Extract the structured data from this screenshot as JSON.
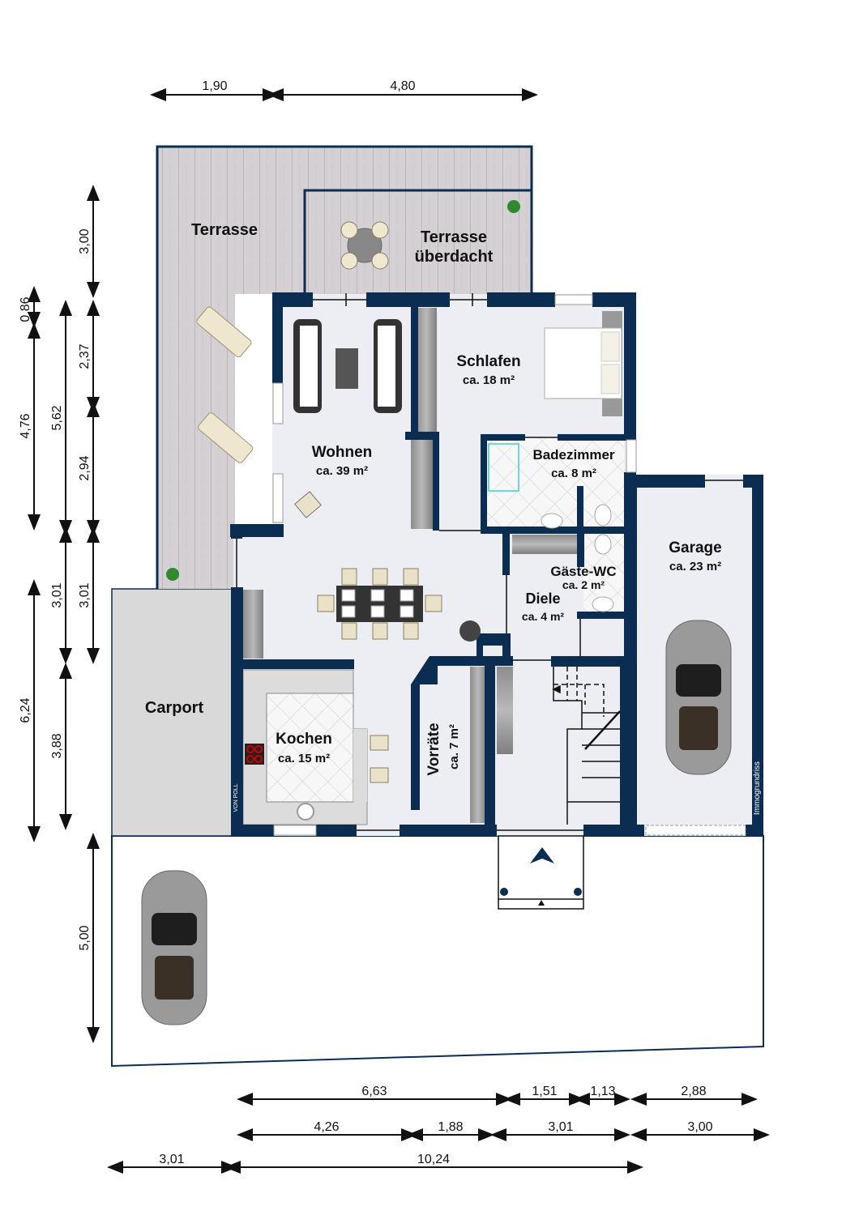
{
  "colors": {
    "wall": "#0b2d52",
    "floor": "#eceef3",
    "deck": "#d3cfd2",
    "deck_line": "#a8a3a7",
    "carport": "#d9d9d9",
    "tile": "#f6f6f6",
    "furniture_dark": "#6b6b6b",
    "chair": "#e9e1c8"
  },
  "rooms": {
    "terrasse": {
      "name": "Terrasse"
    },
    "terrasse_ueberdacht": {
      "name_line1": "Terrasse",
      "name_line2": "überdacht"
    },
    "wohnen": {
      "name": "Wohnen",
      "area": "ca. 39 m²"
    },
    "schlafen": {
      "name": "Schlafen",
      "area": "ca. 18 m²"
    },
    "badezimmer": {
      "name": "Badezimmer",
      "area": "ca. 8 m²"
    },
    "gaeste_wc": {
      "name": "Gäste-WC",
      "area": "ca. 2 m²"
    },
    "diele": {
      "name": "Diele",
      "area": "ca. 4 m²"
    },
    "garage": {
      "name": "Garage",
      "area": "ca. 23 m²"
    },
    "kochen": {
      "name": "Kochen",
      "area": "ca. 15 m²"
    },
    "vorraete": {
      "name": "Vorräte",
      "area": "ca. 7 m²"
    },
    "carport": {
      "name": "Carport"
    }
  },
  "dimensions": {
    "top": [
      "1,90",
      "4,80"
    ],
    "left_col1": [
      "0,86",
      "4,76",
      "6,24"
    ],
    "left_col2": [
      "5,62",
      "3,01",
      "3,88"
    ],
    "left_col3": [
      "3,00",
      "2,37",
      "2,94",
      "3,01",
      "5,00"
    ],
    "bottom_row1": [
      "6,63",
      "1,51",
      "1,13",
      "2,88"
    ],
    "bottom_row2": [
      "4,26",
      "1,88",
      "3,01",
      "3,00"
    ],
    "bottom_row3": [
      "3,01",
      "10,24"
    ]
  },
  "branding": {
    "watermark": "Immogrundriss",
    "logo": "VON POLL"
  }
}
